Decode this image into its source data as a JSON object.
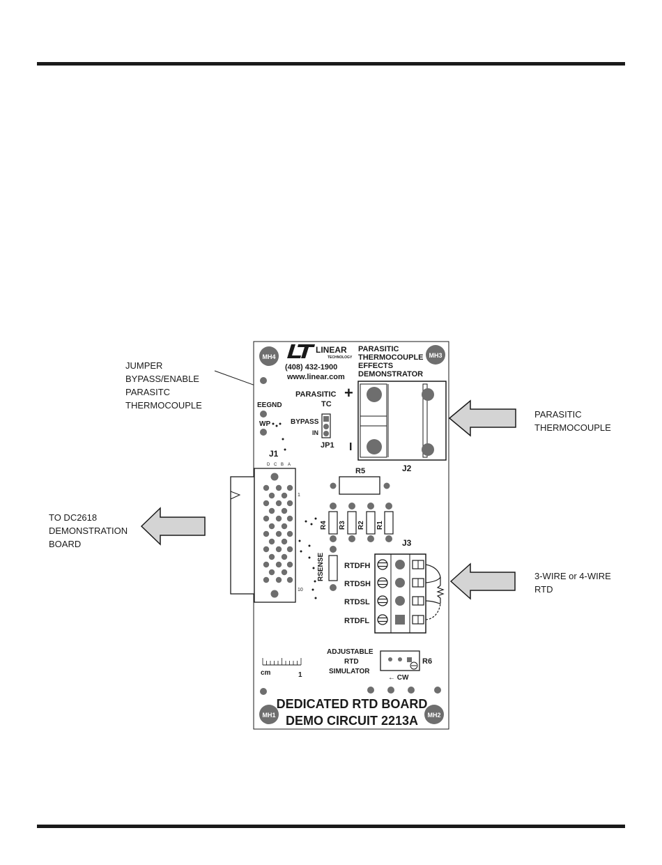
{
  "callouts": {
    "jumper": "JUMPER\nBYPASS/ENABLE\n PARASITC\nTHERMOCOUPLE",
    "parasitic": "PARASITIC\nTHERMOCOUPLE",
    "to_board": "TO DC2618\nDEMONSTRATION\nBOARD",
    "rtd": "3-WIRE or 4-WIRE\nRTD"
  },
  "board": {
    "mounting_holes": [
      "MH4",
      "MH3",
      "MH1",
      "MH2"
    ],
    "logo_text": [
      "LINEAR",
      "TECHNOLOGY"
    ],
    "phone": "(408) 432-1900",
    "website": "www.linear.com",
    "title_lines": [
      "PARASITIC",
      "THERMOCOUPLE",
      "EFFECTS",
      "DEMONSTRATOR"
    ],
    "jumper_title": [
      "PARASITIC",
      "TC"
    ],
    "labels": {
      "eegnd": "EEGND",
      "wp": "WP",
      "bypass": "BYPASS",
      "in": "IN",
      "jp1": "JP1",
      "plus": "+",
      "minus": "I",
      "j2": "J2",
      "j1": "J1",
      "j1_cols": [
        "D",
        "C",
        "B",
        "A"
      ],
      "pin_1": "1",
      "pin_10": "10",
      "r5": "R5",
      "resistors": [
        "R4",
        "R3",
        "R2",
        "R1"
      ],
      "rsense": "RSENSE",
      "j3": "J3",
      "rtd_pins": [
        "RTDFH",
        "RTDSH",
        "RTDSL",
        "RTDFL"
      ],
      "sim": [
        "ADJUSTABLE",
        "RTD",
        "SIMULATOR"
      ],
      "r6": "R6",
      "cw": "← CW",
      "cm": "cm",
      "scale_1": "1"
    },
    "footer_lines": [
      "DEDICATED RTD BOARD",
      "DEMO CIRCUIT 2213A"
    ]
  },
  "colors": {
    "ink": "#1a1a1a",
    "hole": "#6e6e6e",
    "arrow_fill": "#d4d4d4"
  }
}
